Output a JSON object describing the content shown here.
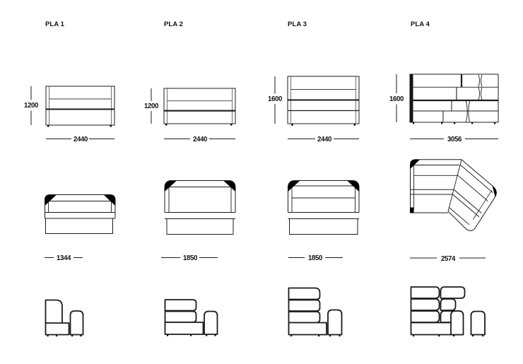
{
  "page": {
    "background": "#ffffff",
    "line_color": "#000000",
    "unit_note": "",
    "columns_count": 4
  },
  "columns": [
    {
      "id": "pla1",
      "title": "PLA 1",
      "front_view": {
        "height": "1200",
        "width": "2440"
      },
      "plan_view": {
        "width": "1344"
      }
    },
    {
      "id": "pla2",
      "title": "PLA 2",
      "front_view": {
        "height": "1200",
        "width": "2440"
      },
      "plan_view": {
        "width": "1850"
      }
    },
    {
      "id": "pla3",
      "title": "PLA 3",
      "front_view": {
        "height": "1600",
        "width": "2440"
      },
      "plan_view": {
        "width": "1850"
      }
    },
    {
      "id": "pla4",
      "title": "PLA 4",
      "front_view": {
        "height": "1600",
        "width": "3056"
      },
      "plan_view": {
        "width": "2574"
      }
    }
  ]
}
